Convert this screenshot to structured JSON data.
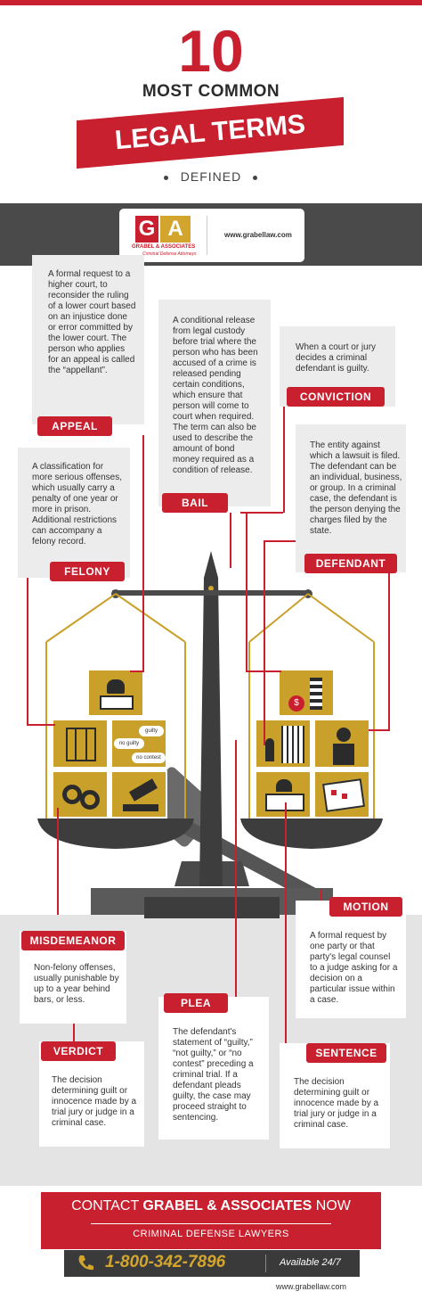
{
  "header": {
    "number": "10",
    "line1": "MOST COMMON",
    "line2": "LEGAL TERMS",
    "line3": "DEFINED"
  },
  "logo": {
    "mark_g": "G",
    "mark_a": "A",
    "name": "GRABEL & ASSOCIATES",
    "subtitle": "Criminal Defense Attorneys",
    "url": "www.grabellaw.com"
  },
  "terms": {
    "appeal": {
      "label": "APPEAL",
      "text": "A formal request to a higher court, to reconsider the ruling of a lower court based on an injustice done or error committed by the lower court. The person who applies for an appeal is called the “appellant”."
    },
    "bail": {
      "label": "BAIL",
      "text": "A conditional release from legal custody before trial where the person who has been accused of a crime is released pending certain conditions, which ensure that person will come to court when required. The term can also be used to describe the amount of bond money required as a condition of release."
    },
    "conviction": {
      "label": "CONVICTION",
      "text": "When a court or jury decides a criminal defendant is guilty."
    },
    "felony": {
      "label": "FELONY",
      "text": "A classification for more serious offenses, which usually carry a penalty of one year or more in prison. Additional restrictions can accompany a felony record."
    },
    "defendant": {
      "label": "DEFENDANT",
      "text": "The entity against which a lawsuit is filed. The defendant can be an individual, business, or group. In a criminal case, the defendant is the person denying the charges filed by the state."
    },
    "motion": {
      "label": "MOTION",
      "text": "A formal request by one party or that party's legal counsel to a judge asking for a decision on a particular issue within a case."
    },
    "misdemeanor": {
      "label": "MISDEMEANOR",
      "text": "Non-felony offenses, usually punishable by up to a year behind bars, or less."
    },
    "plea": {
      "label": "PLEA",
      "text": "The defendant's statement of “guilty,” “not guilty,” or “no contest” preceding a criminal trial. If a defendant pleads guilty, the case may proceed straight to sentencing."
    },
    "verdict": {
      "label": "VERDICT",
      "text": "The decision determining guilt or innocence made by a trial jury or judge in a criminal case."
    },
    "sentence": {
      "label": "SENTENCE",
      "text": "The decision determining guilt or innocence made by a trial jury or judge in a criminal case."
    }
  },
  "tiles": {
    "plea_words": [
      "guilty",
      "no guilty",
      "no contest"
    ]
  },
  "footer": {
    "contact_prefix": "CONTACT ",
    "contact_brand": "GRABEL & ASSOCIATES",
    "contact_suffix": " NOW",
    "subtitle": "CRIMINAL DEFENSE LAWYERS",
    "phone": "1-800-342-7896",
    "availability": "Available 24/7",
    "url": "www.grabellaw.com"
  },
  "colors": {
    "accent": "#c8202f",
    "gold": "#c9a02a",
    "dark": "#3a3a3a",
    "panel": "#ececec"
  }
}
